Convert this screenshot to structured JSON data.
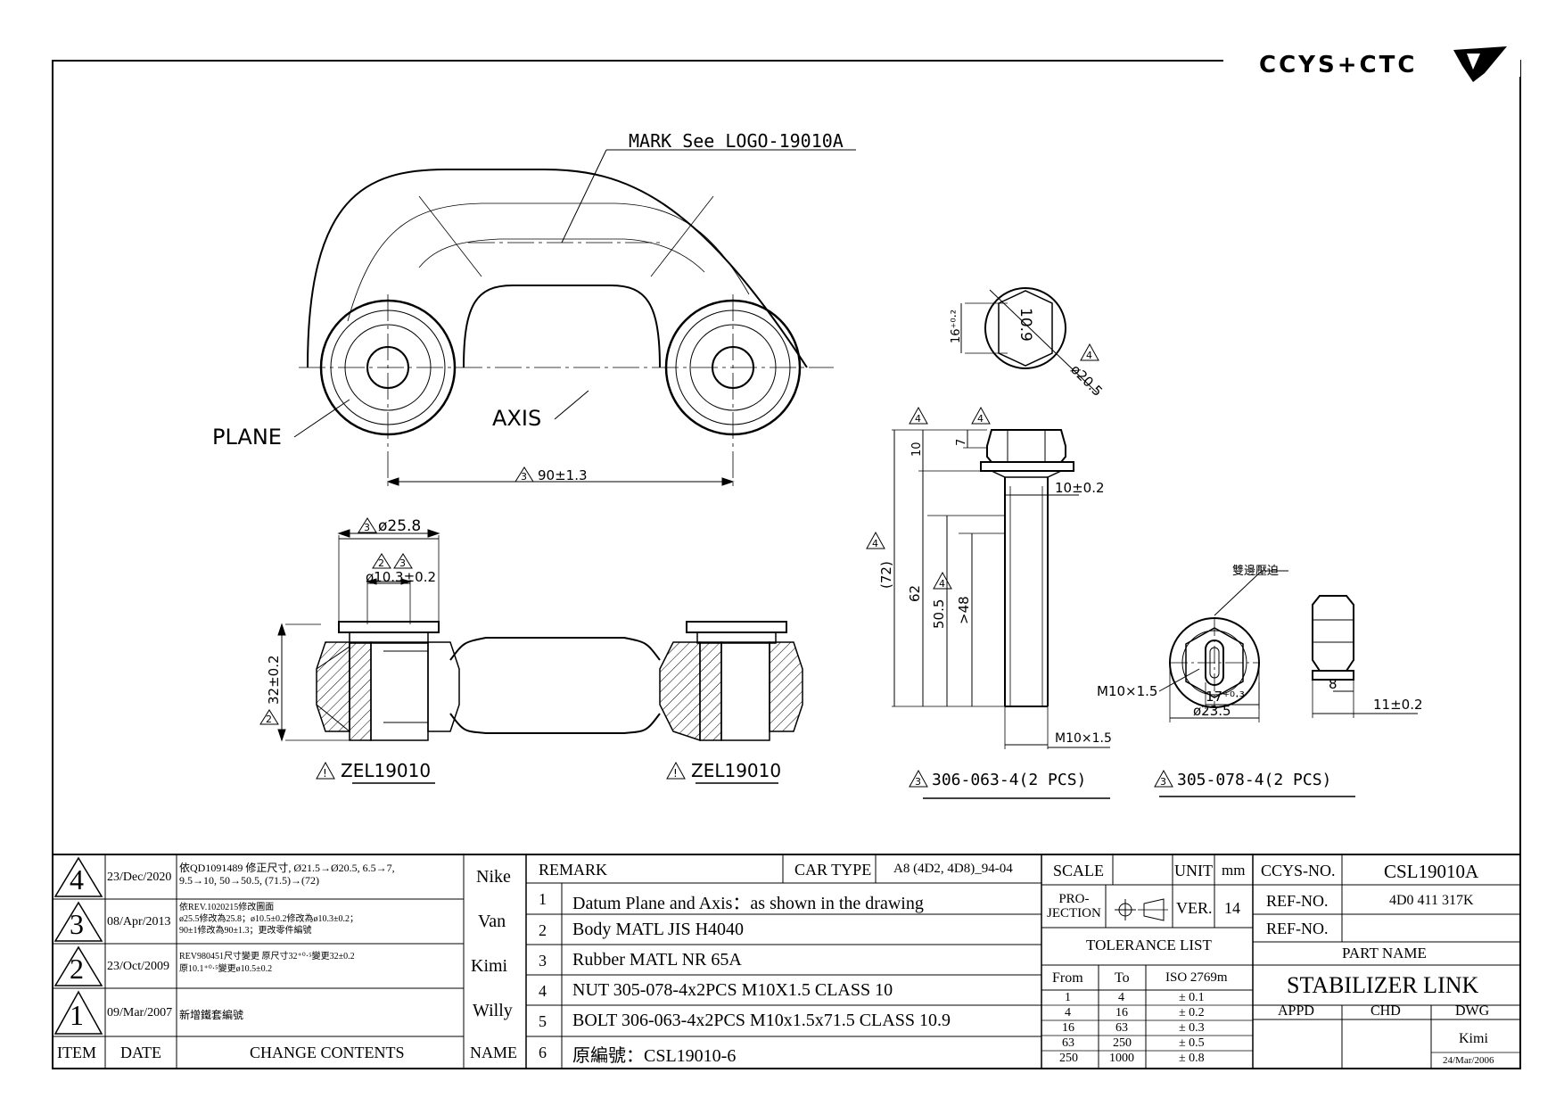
{
  "logo_text": "CCYS+CTC",
  "drawing": {
    "mark_note": "MARK See LOGO-19010A",
    "plane_label": "PLANE",
    "axis_label": "AXIS",
    "dim_90": "90±1.3",
    "dim_258": "ø25.8",
    "dim_103": "ø10.3±0.2",
    "dim_32": "32±0.2",
    "zel_left": "ZEL19010",
    "zel_right": "ZEL19010",
    "dim_169": "16⁺⁰·²",
    "dim_109": "10.9",
    "dim_205": "ø20.5",
    "dim_7": "7",
    "dim_10": "10",
    "dim_10_02": "10±0.2",
    "dim_72": "(72)",
    "dim_62": "62",
    "dim_505": "50.5",
    "dim_48": ">48",
    "bolt_thread": "M10×1.5",
    "bolt_part": "306-063-4(2 PCS)",
    "double_press": "雙邊壓迫",
    "nut_thread": "M10×1.5",
    "dim_17": "17⁺⁰·³",
    "dim_235": "ø23.5",
    "dim_8": "8",
    "dim_11": "11±0.2",
    "nut_part": "305-078-4(2 PCS)",
    "rev_marks": {
      "r2": "2",
      "r3": "3",
      "r4": "4"
    }
  },
  "revisions": [
    {
      "item": "4",
      "date": "23/Dec/2020",
      "content1": "依QD1091489 修正尺寸, Ø21.5→Ø20.5, 6.5→7,",
      "content2": "9.5→10, 50→50.5, (71.5)→(72)",
      "name": "Nike"
    },
    {
      "item": "3",
      "date": "08/Apr/2013",
      "content1": "依REV.1020215修改圖面",
      "content2": "ø25.5修改為25.8；ø10.5±0.2修改為ø10.3±0.2；",
      "content3": "90±1修改為90±1.3；更改零件編號",
      "name": "Van"
    },
    {
      "item": "2",
      "date": "23/Oct/2009",
      "content1": "REV980451尺寸變更 原尺寸32⁺⁰·⁵變更32±0.2",
      "content2": "原10.1⁺⁰·⁵變更ø10.5±0.2",
      "name": "Kimi"
    },
    {
      "item": "1",
      "date": "09/Mar/2007",
      "content1": "新增鐵套編號",
      "name": "Willy"
    }
  ],
  "rev_header": {
    "item": "ITEM",
    "date": "DATE",
    "contents": "CHANGE CONTENTS",
    "name": "NAME"
  },
  "remark": {
    "label": "REMARK",
    "car_type_label": "CAR TYPE",
    "car_type": "A8 (4D2, 4D8)_94-04",
    "items": [
      {
        "n": "1",
        "text": "Datum Plane and Axis：as shown in the drawing"
      },
      {
        "n": "2",
        "text": "Body MATL JIS H4040"
      },
      {
        "n": "3",
        "text": "Rubber MATL NR 65A"
      },
      {
        "n": "4",
        "text": "NUT 305-078-4x2PCS M10X1.5 CLASS 10"
      },
      {
        "n": "5",
        "text": "BOLT 306-063-4x2PCS M10x1.5x71.5 CLASS 10.9"
      },
      {
        "n": "6",
        "text": "原編號：CSL19010-6"
      }
    ]
  },
  "spec": {
    "scale_label": "SCALE",
    "unit_label": "UNIT",
    "unit": "mm",
    "projection_label": "PRO-\nJECTION",
    "ver_label": "VER.",
    "ver": "14",
    "tolerance_label": "TOLERANCE LIST",
    "tol_head": {
      "from": "From",
      "to": "To",
      "iso": "ISO 2769m"
    },
    "tolerances": [
      {
        "from": "1",
        "to": "4",
        "tol": "± 0.1"
      },
      {
        "from": "4",
        "to": "16",
        "tol": "± 0.2"
      },
      {
        "from": "16",
        "to": "63",
        "tol": "± 0.3"
      },
      {
        "from": "63",
        "to": "250",
        "tol": "± 0.5"
      },
      {
        "from": "250",
        "to": "1000",
        "tol": "± 0.8"
      }
    ]
  },
  "title": {
    "ccys_label": "CCYS-NO.",
    "ccys_no": "CSL19010A",
    "ref_label1": "REF-NO.",
    "ref_no": "4D0 411 317K",
    "ref_label2": "REF-NO.",
    "part_name_label": "PART NAME",
    "part_name": "STABILIZER LINK",
    "appd": "APPD",
    "chd": "CHD",
    "dwg": "DWG",
    "dwg_name": "Kimi",
    "dwg_date": "24/Mar/2006"
  }
}
